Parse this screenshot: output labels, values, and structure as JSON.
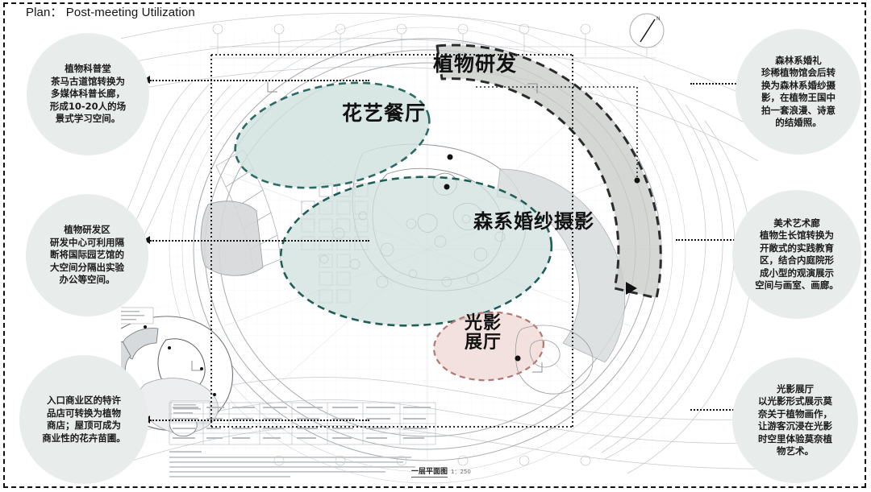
{
  "page": {
    "title": "Plan： Post-meeting Utilization",
    "frame_color": "#111111",
    "background": "#ffffff"
  },
  "plan": {
    "caption_name": "一层平面图",
    "caption_scale": "1：250",
    "compass_icon": "north-arrow-icon",
    "zones": [
      {
        "id": "plant-research",
        "label": "植物研发",
        "fill": "#c9ccc9",
        "stroke": "#2b2b2b",
        "shape": "crescent"
      },
      {
        "id": "floral-restaurant",
        "label": "花艺餐厅",
        "fill": "#cfe0de",
        "stroke": "#2c6a64",
        "shape": "ellipse"
      },
      {
        "id": "forest-wedding-photography",
        "label": "森系婚纱摄影",
        "fill": "#cfe0de",
        "stroke": "#1f5d57",
        "shape": "ellipse"
      },
      {
        "id": "light-shadow-hall",
        "label": "光影\n展厅",
        "fill": "#f0dcd8",
        "stroke": "#b07a72",
        "shape": "ellipse"
      }
    ]
  },
  "annotations": [
    {
      "id": "plant-science-hall",
      "side": "left",
      "title": "植物科普堂",
      "text": "植物科普堂\n茶马古道馆转换为\n多媒体科普长廊，\n形成10-20人的场\n景式学习空间。"
    },
    {
      "id": "plant-rd-zone",
      "side": "left",
      "title": "植物研发区",
      "text": "植物研发区\n研发中心可利用隔\n断将国际园艺馆的\n大空间分隔出实验\n办公等空间。"
    },
    {
      "id": "entrance-retail",
      "side": "left",
      "title": "入口商业区的特许品店",
      "text": "入口商业区的特许\n品店可转换为植物\n商店；屋顶可成为\n商业性的花卉苗圃。"
    },
    {
      "id": "forest-wedding",
      "side": "right",
      "title": "森林系婚礼",
      "text": "森林系婚礼\n珍稀植物馆会后转\n换为森林系婚纱摄\n影，在植物王国中\n拍一套浪漫、诗意\n的结婚照。"
    },
    {
      "id": "art-gallery",
      "side": "right",
      "title": "美术艺术廊",
      "text": "美术艺术廊\n植物生长馆转换为\n开敞式的实践教育\n区，结合内庭院形\n成小型的观演展示\n空间与画室、画廊。"
    },
    {
      "id": "light-shadow-hall-note",
      "side": "right",
      "title": "光影展厅",
      "text": "光影展厅\n以光影形式展示莫\n奈关于植物画作，\n让游客沉浸在光影\n时空里体验莫奈植\n物艺术。"
    }
  ],
  "colors": {
    "bubble_fill": "#e8ecea",
    "accent_teal": "#2c6a64",
    "accent_rose": "#b07a72",
    "line_gray": "#b9bcc0",
    "text_dark": "#141414"
  }
}
